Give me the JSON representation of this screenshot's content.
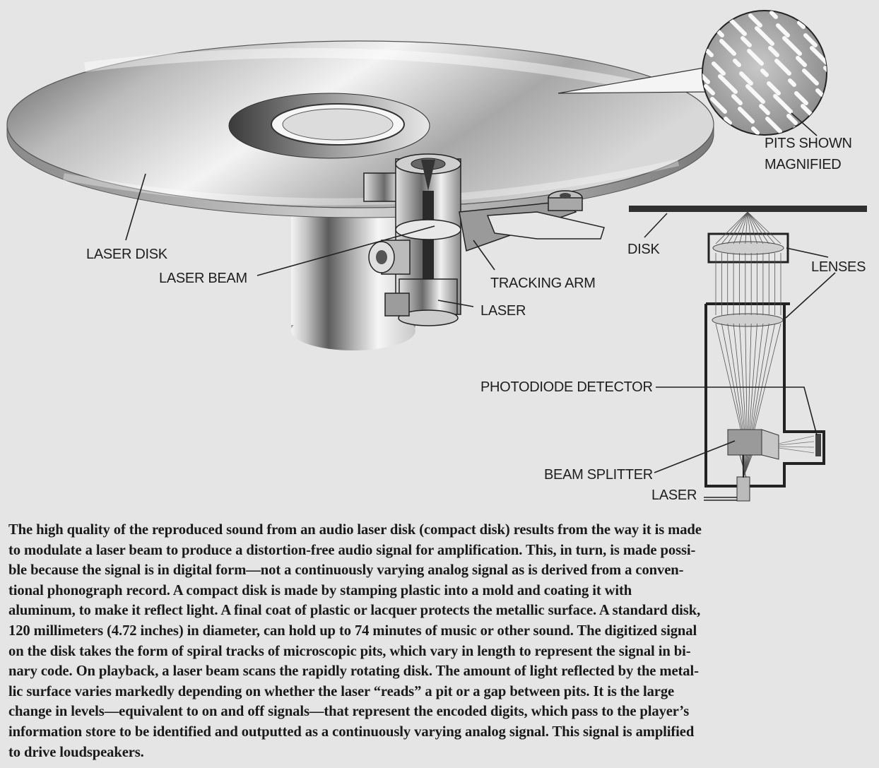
{
  "labels": {
    "pits_line1": "PITS SHOWN",
    "pits_line2": "MAGNIFIED",
    "laser_disk": "LASER DISK",
    "laser_beam": "LASER BEAM",
    "tracking_arm": "TRACKING ARM",
    "laser_main": "LASER",
    "disk": "DISK",
    "lenses": "LENSES",
    "photodiode_detector": "PHOTODIODE DETECTOR",
    "beam_splitter": "BEAM SPLITTER",
    "laser_schematic": "LASER"
  },
  "caption": "The high quality of the reproduced sound from an audio laser disk (compact disk) results from the way it is made\nto modulate a laser beam to produce a distortion-free audio signal for amplification. This, in turn, is made possi-\nble because the signal is in digital form—not a continuously varying analog signal as is derived from a conven-\ntional phonograph record. A compact disk is made by stamping plastic into a mold and coating it with\naluminum, to make it reflect light. A final coat of plastic or lacquer protects the metallic surface. A standard disk,\n120 millimeters (4.72 inches) in diameter, can hold up to 74 minutes of music or other sound. The digitized signal\non the disk takes the form of spiral tracks of microscopic pits, which vary in length to represent the signal in bi-\nnary code. On playback, a laser beam scans the rapidly rotating disk. The amount of light reflected by the metal-\nlic surface varies markedly depending on whether the laser “reads” a pit or a gap between pits. It is the large\nchange in levels—equivalent to on and off signals—that represent the encoded digits, which pass to the player’s\ninformation store to be identified and outputted as a continuously varying analog signal. This signal is amplified\nto drive loudspeakers.",
  "colors": {
    "background": "#e5e5e5",
    "ink": "#1e1e1e",
    "metal_light": "#f2f2f2",
    "metal_dark": "#4a4a4a"
  }
}
